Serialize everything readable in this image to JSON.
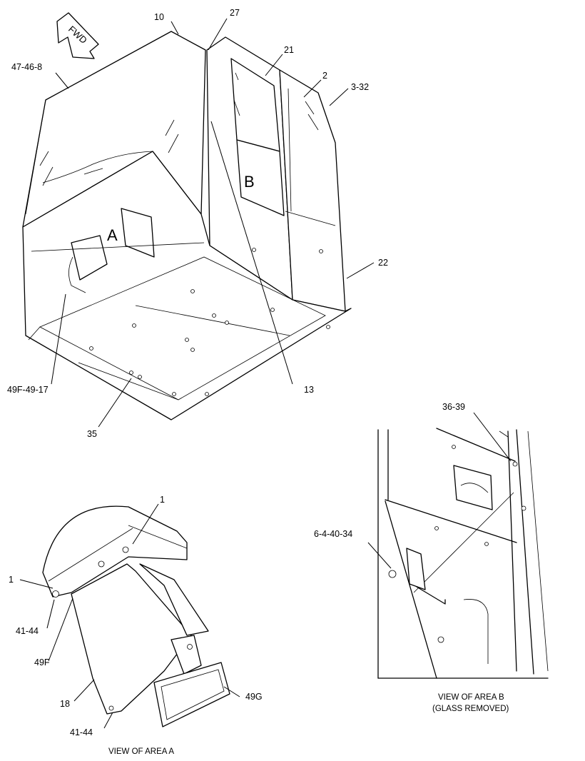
{
  "fwd_label": "FWD",
  "area_letters": {
    "a": "A",
    "b": "B"
  },
  "callouts": {
    "c10": "10",
    "c27": "27",
    "c21": "21",
    "c2": "2",
    "c3_32": "3-32",
    "c47_46_8": "47-46-8",
    "c22": "22",
    "c13": "13",
    "c49f_49_17": "49F-49-17",
    "c35": "35",
    "c1_top": "1",
    "c1_left": "1",
    "c41_44_top": "41-44",
    "c49f": "49F",
    "c18": "18",
    "c49g": "49G",
    "c41_44_bottom": "41-44",
    "c36_39": "36-39",
    "c6_4_40_34": "6-4-40-34"
  },
  "captions": {
    "area_a": "VIEW OF AREA A",
    "area_b_line1": "VIEW OF AREA B",
    "area_b_line2": "(GLASS REMOVED)"
  }
}
